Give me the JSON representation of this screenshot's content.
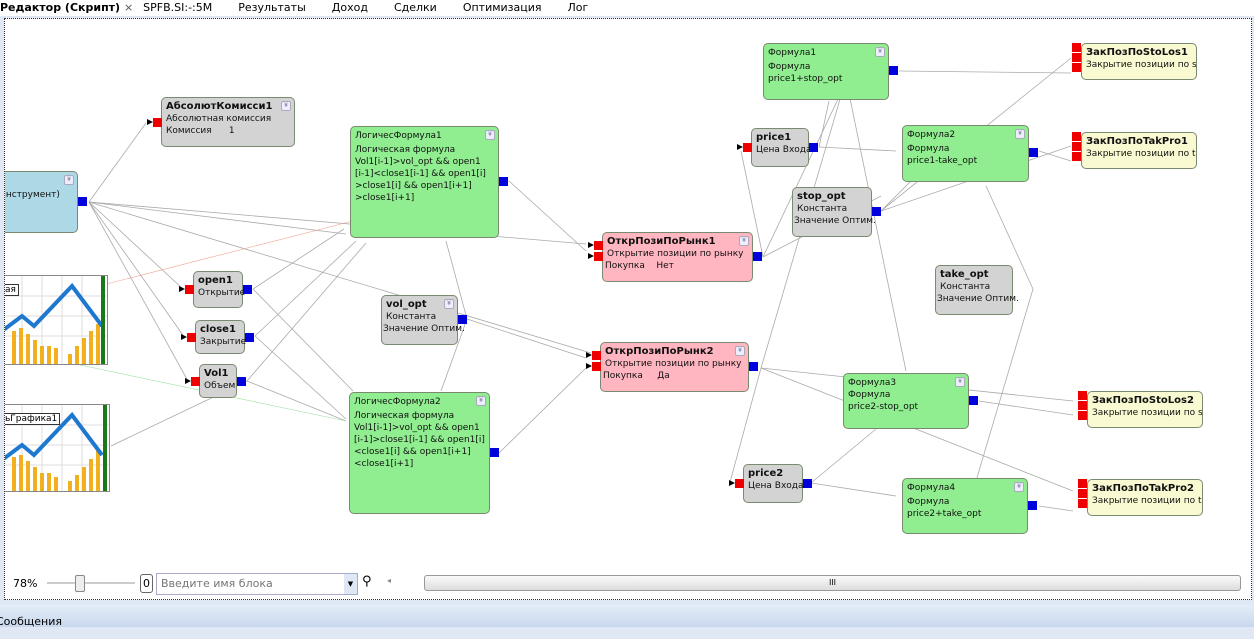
{
  "tabs": [
    "Редактор (Скрипт)",
    "SPFB.SI:-:5M",
    "Результаты",
    "Доход",
    "Сделки",
    "Оптимизация",
    "Лог"
  ],
  "close_icon": "×",
  "nodes": {
    "instrument": {
      "line": "инструмент)"
    },
    "abs": {
      "title": "АбсолютКомисси1",
      "type": "Абсолютная комиссия",
      "param": "Комиссия",
      "value": "1"
    },
    "chart1": {
      "label": "ая"
    },
    "chart2": {
      "label": "ьГрафика1"
    },
    "open1": {
      "title": "open1",
      "type": "Открытие"
    },
    "close1": {
      "title": "close1",
      "type": "Закрытие"
    },
    "vol1": {
      "title": "Vol1",
      "type": "Объем"
    },
    "lf1": {
      "title": "ЛогичесФормула1",
      "type": "Логическая формула",
      "formula": [
        "Vol1[i-1]>vol_opt && open1",
        "[i-1]<close1[i-1] && open1[i]",
        ">close1[i] && open1[i+1]",
        ">close1[i+1]"
      ]
    },
    "lf2": {
      "title": "ЛогичесФормула2",
      "type": "Логическая формула",
      "formula": [
        "Vol1[i-1]>vol_opt && open1",
        "[i-1]>close1[i-1] && open1[i]",
        "<close1[i] && open1[i+1]",
        "<close1[i+1]"
      ]
    },
    "vol_opt": {
      "title": "vol_opt",
      "type": "Константа",
      "param": "Значение Оптим."
    },
    "otkr1": {
      "title": "ОткрПозиПоРынк1",
      "type": "Открытие позиции по рынку",
      "param": "Покупка",
      "value": "Нет"
    },
    "otkr2": {
      "title": "ОткрПозиПоРынк2",
      "type": "Открытие позиции по рынку",
      "param": "Покупка",
      "value": "Да"
    },
    "f1": {
      "title": "Формула1",
      "type": "Формула",
      "expr": "price1+stop_opt"
    },
    "f2": {
      "title": "Формула2",
      "type": "Формула",
      "expr": "price1-take_opt"
    },
    "f3": {
      "title": "Формула3",
      "type": "Формула",
      "expr": "price2-stop_opt"
    },
    "f4": {
      "title": "Формула4",
      "type": "Формула",
      "expr": "price2+take_opt"
    },
    "price1": {
      "title": "price1",
      "type": "Цена Входа"
    },
    "price2": {
      "title": "price2",
      "type": "Цена Входа"
    },
    "stop_opt": {
      "title": "stop_opt",
      "type": "Константа",
      "param": "Значение Оптим."
    },
    "take_opt": {
      "title": "take_opt",
      "type": "Константа",
      "param": "Значение Оптим."
    },
    "zsl1": {
      "title": "ЗакПозПоStoLos1",
      "type": "Закрытие позиции по stop-los"
    },
    "ztp1": {
      "title": "ЗакПозПоTakPro1",
      "type": "Закрытие позиции по take-pro"
    },
    "zsl2": {
      "title": "ЗакПозПоStoLos2",
      "type": "Закрытие позиции по stop-los"
    },
    "ztp2": {
      "title": "ЗакПозПоTakPro2",
      "type": "Закрытие позиции по take-pro"
    }
  },
  "bottom": {
    "zoom": "78%",
    "zero": "0",
    "search_placeholder": "Введите имя блока",
    "scroll_grip": "III"
  },
  "messages": "Сообщения",
  "colors": {
    "input_pin": "#ee0000",
    "output_pin": "#0000dd"
  }
}
